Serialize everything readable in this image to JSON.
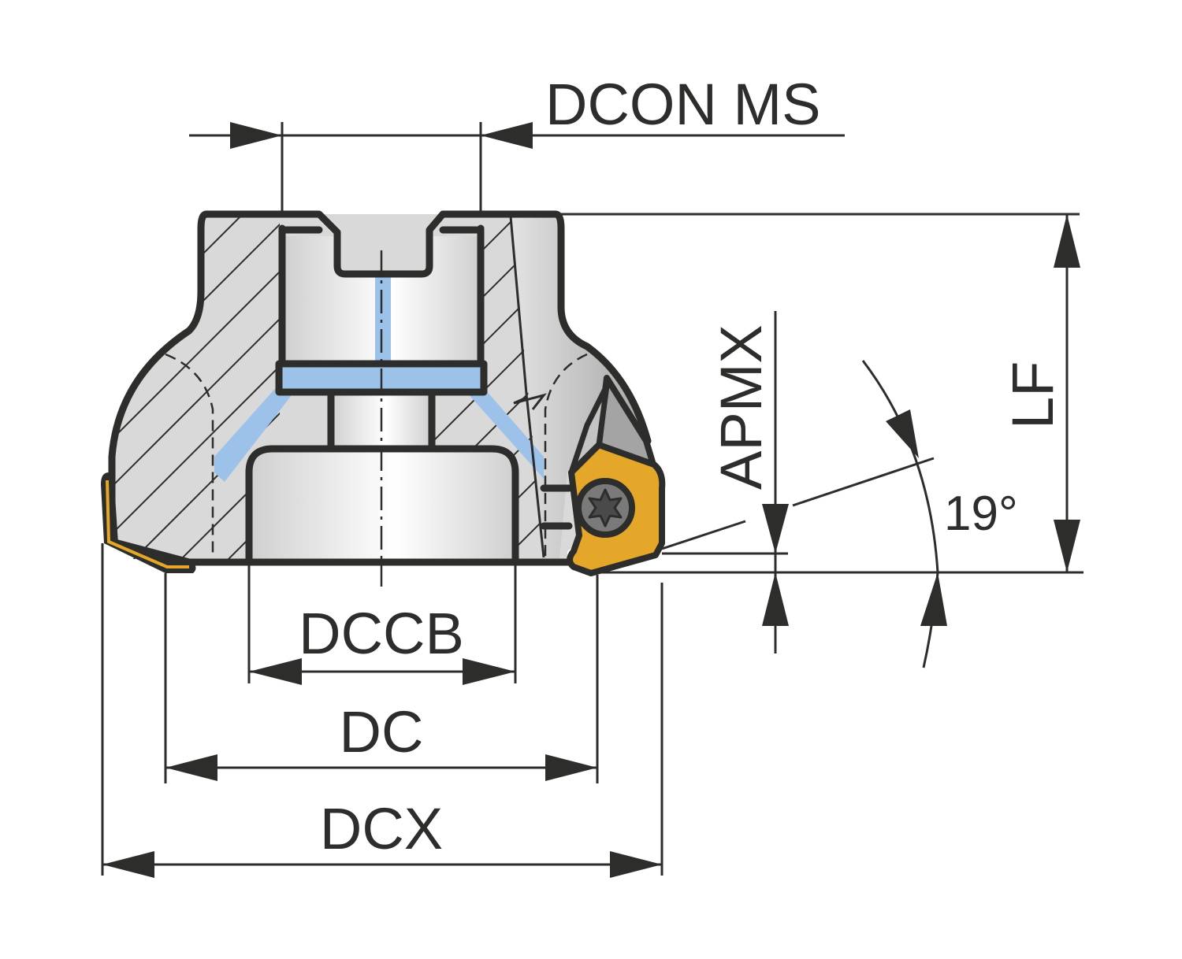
{
  "diagram": {
    "subject": "Face milling cutter with indexable insert (section view)",
    "colors": {
      "outline": "#2d2d2b",
      "body_fill": "#d9d9d9",
      "coolant": "#9cc2ea",
      "insert": "#e5a72a",
      "screw": "#7a7a7a"
    },
    "dimensions": {
      "dcon_ms": "DCON MS",
      "lf": "LF",
      "apmx": "APMX",
      "angle": "19°",
      "dccb": "DCCB",
      "dc": "DC",
      "dcx": "DCX"
    },
    "icons": {
      "screw": "torx-screw-icon"
    }
  }
}
